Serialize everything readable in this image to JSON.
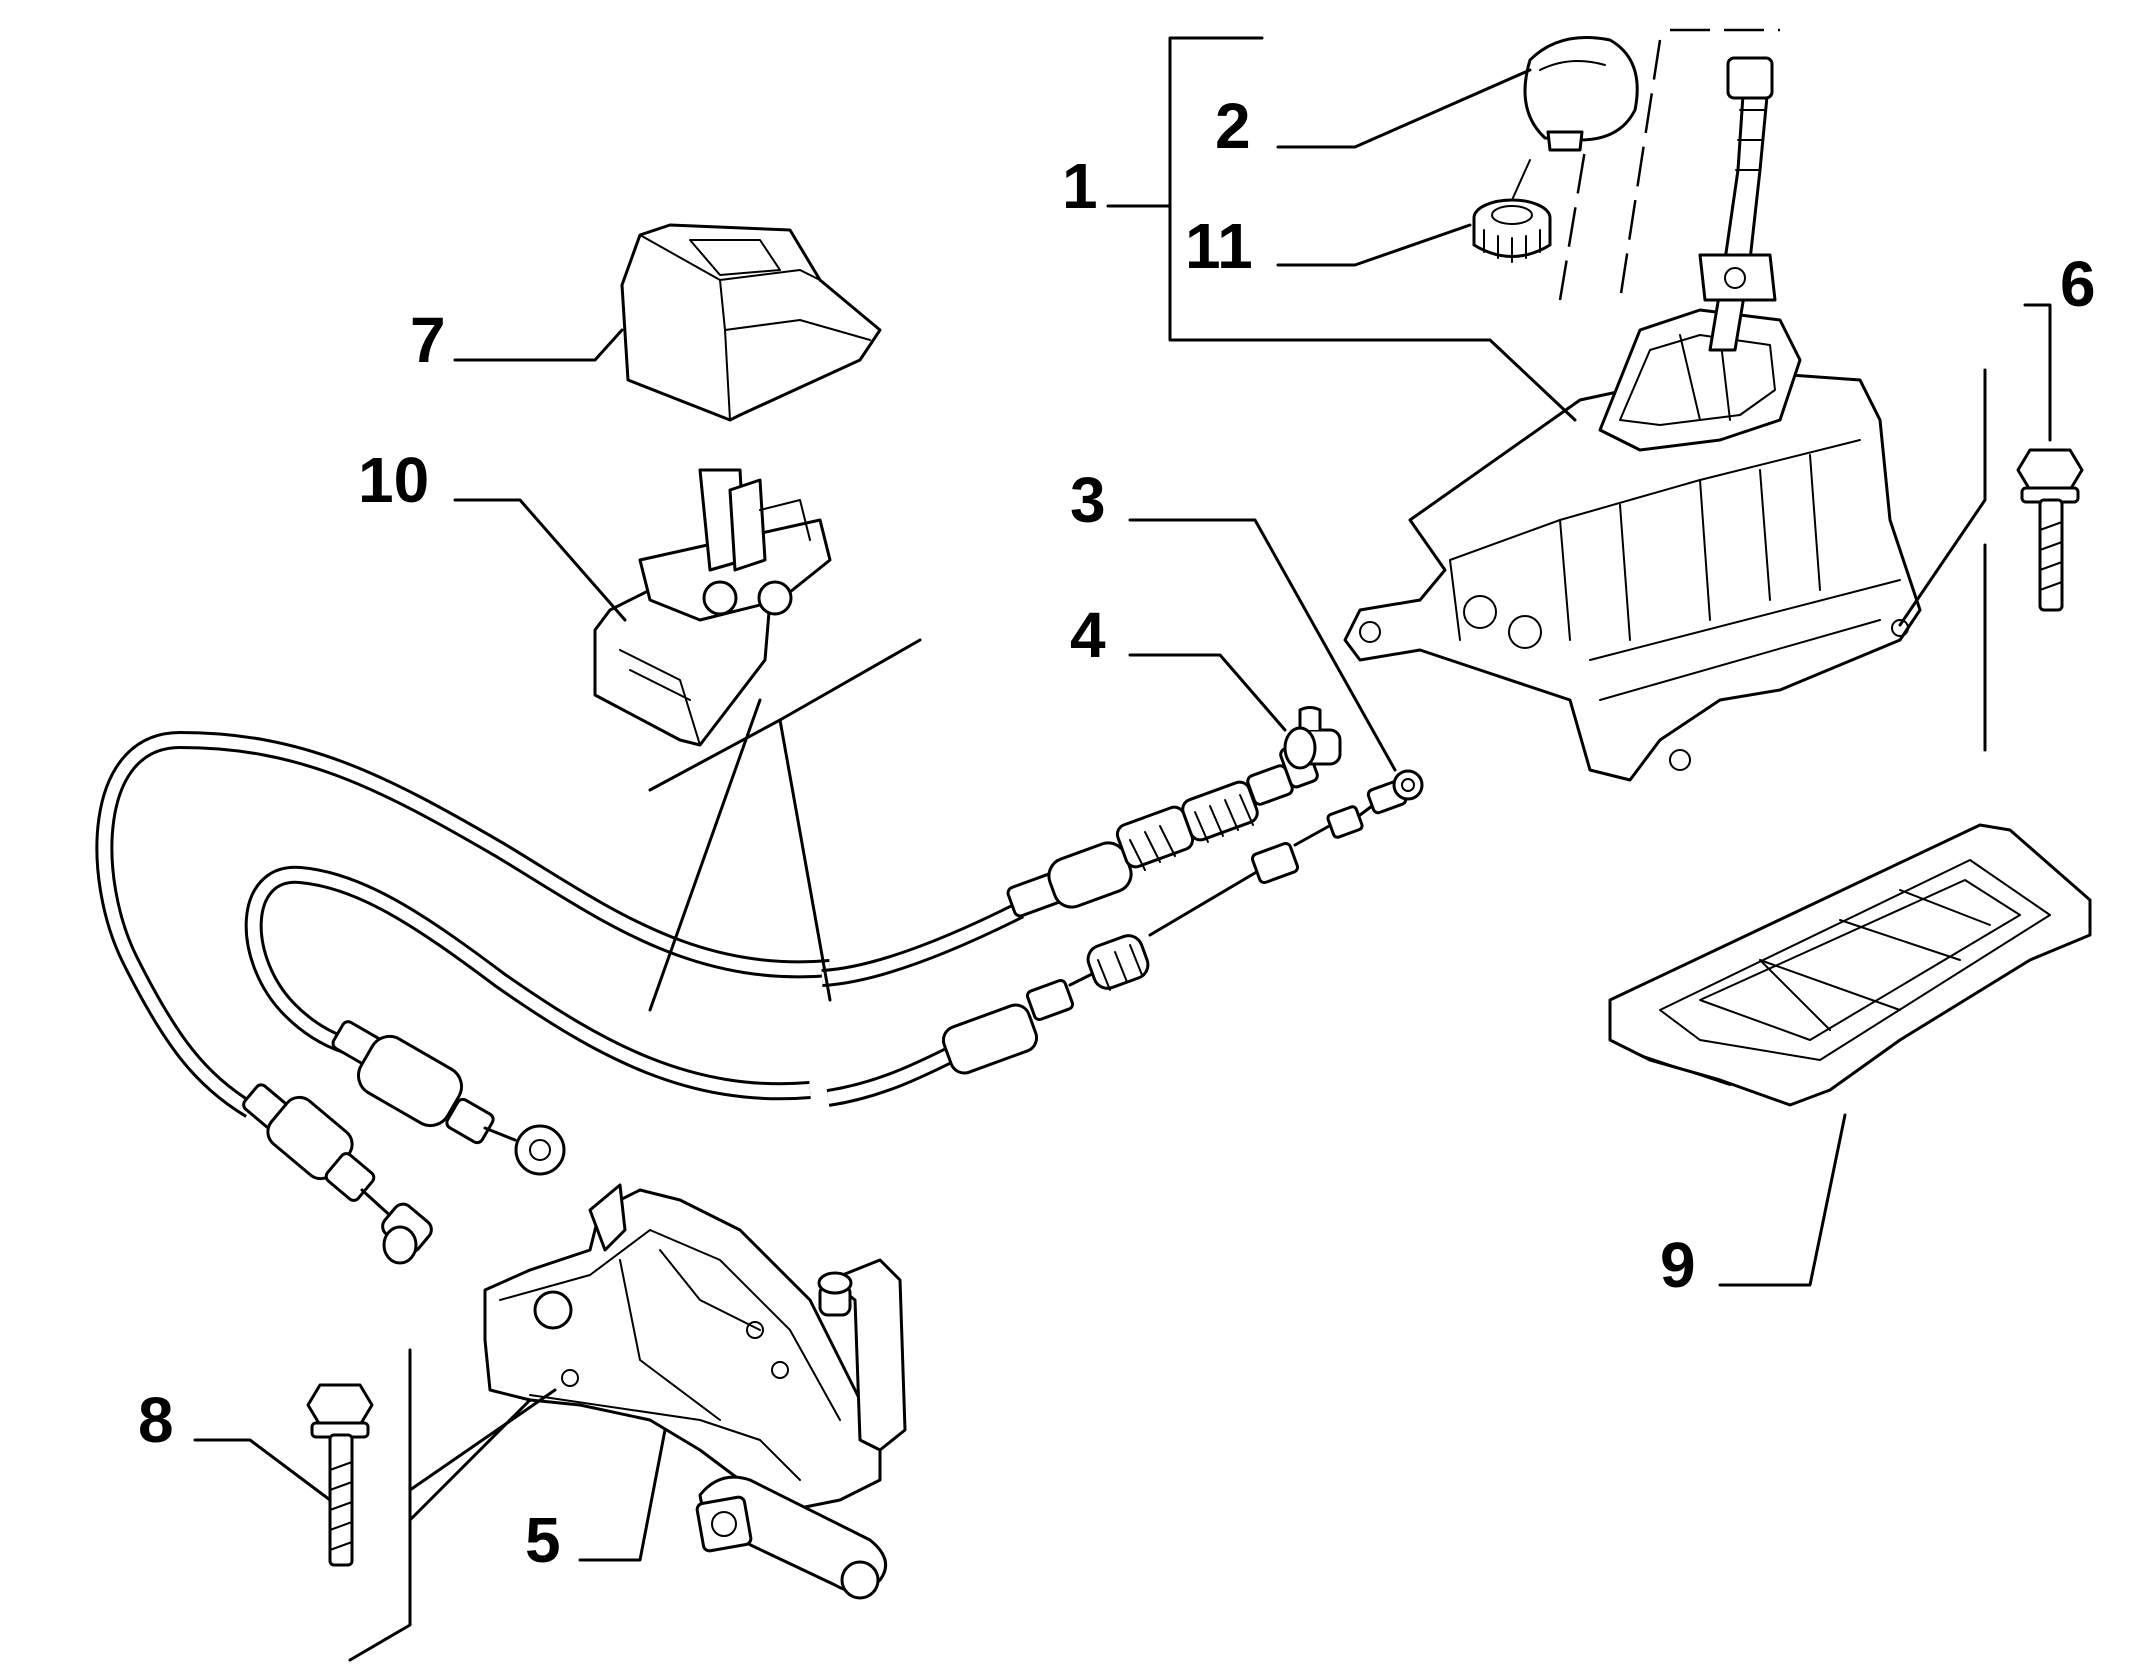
{
  "diagram": {
    "callouts": [
      {
        "id": "1",
        "text": "1"
      },
      {
        "id": "2",
        "text": "2"
      },
      {
        "id": "3",
        "text": "3"
      },
      {
        "id": "4",
        "text": "4"
      },
      {
        "id": "5",
        "text": "5"
      },
      {
        "id": "6",
        "text": "6"
      },
      {
        "id": "7",
        "text": "7"
      },
      {
        "id": "8",
        "text": "8"
      },
      {
        "id": "9",
        "text": "9"
      },
      {
        "id": "10",
        "text": "10"
      },
      {
        "id": "11",
        "text": "11"
      }
    ],
    "parts": [
      {
        "id": "1",
        "icon": "gear-lever-assembly-icon"
      },
      {
        "id": "2",
        "icon": "gear-knob-icon"
      },
      {
        "id": "3",
        "icon": "gear-select-cable-icon"
      },
      {
        "id": "4",
        "icon": "gear-engage-cable-icon"
      },
      {
        "id": "5",
        "icon": "cable-bracket-icon"
      },
      {
        "id": "6",
        "icon": "bolt-icon"
      },
      {
        "id": "7",
        "icon": "cover-icon"
      },
      {
        "id": "8",
        "icon": "bolt-icon"
      },
      {
        "id": "9",
        "icon": "gaiter-frame-icon"
      },
      {
        "id": "10",
        "icon": "cable-clip-icon"
      },
      {
        "id": "11",
        "icon": "ring-nut-icon"
      }
    ]
  }
}
